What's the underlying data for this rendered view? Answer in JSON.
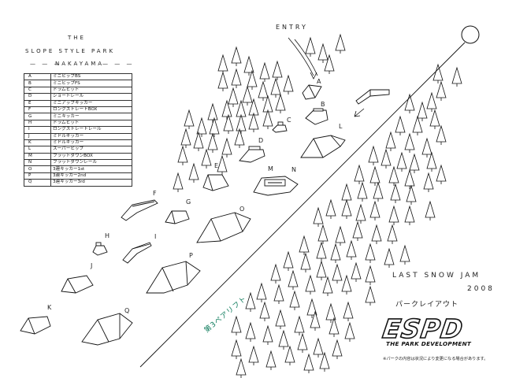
{
  "header": {
    "the": "THE",
    "park_name": "SLOPE STYLE PARK",
    "location": "NAKAYAMA",
    "location_dashes": "— — —"
  },
  "legend": [
    {
      "key": "A",
      "label": "ミニヒップBS"
    },
    {
      "key": "B",
      "label": "ミニヒップFS"
    },
    {
      "key": "C",
      "label": "ドラムヒット"
    },
    {
      "key": "D",
      "label": "ショートレール"
    },
    {
      "key": "E",
      "label": "ミニアップキッカー"
    },
    {
      "key": "F",
      "label": "ロングストレートBOX"
    },
    {
      "key": "G",
      "label": "ミニキッカー"
    },
    {
      "key": "H",
      "label": "ドラムヒット"
    },
    {
      "key": "I",
      "label": "ロングストレートレール"
    },
    {
      "key": "J",
      "label": "ミドルキッカー"
    },
    {
      "key": "K",
      "label": "ミドルキッカー"
    },
    {
      "key": "L",
      "label": "スーパーヒップ"
    },
    {
      "key": "M",
      "label": "フラットダウンBOX"
    },
    {
      "key": "N",
      "label": "フラットダウンレール"
    },
    {
      "key": "O",
      "label": "3連キッカー1st"
    },
    {
      "key": "P",
      "label": "3連キッカー2nd"
    },
    {
      "key": "Q",
      "label": "3連キッカー3rd"
    }
  ],
  "entry_label": "ENTRY",
  "features": {
    "A": "A",
    "B": "B",
    "C": "C",
    "D": "D",
    "E": "E",
    "F": "F",
    "G": "G",
    "H": "H",
    "I": "I",
    "J": "J",
    "K": "K",
    "L": "L",
    "M": "M",
    "N": "N",
    "O": "O",
    "P": "P",
    "Q": "Q"
  },
  "lift_label": "第3ペアリフト",
  "event": {
    "title": "LAST SNOW JAM",
    "year": "2008",
    "subtitle": "パークレイアウト"
  },
  "logo": {
    "text": "ESPD",
    "sub": "THE PARK DEVELOPMENT"
  },
  "note": "※パークの内容は状況により変更になる場合があります。"
}
